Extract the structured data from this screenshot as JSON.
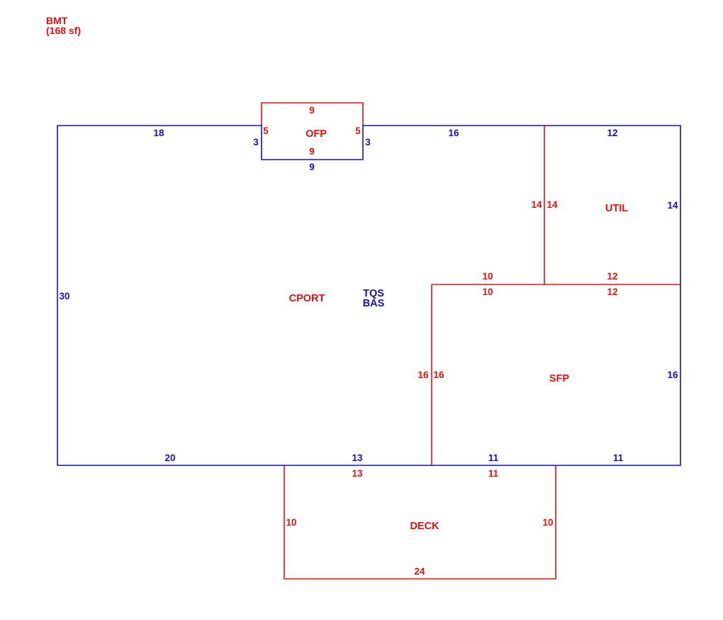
{
  "colors": {
    "blue": "#1a0fb3",
    "red": "#e01010",
    "background": "#ffffff"
  },
  "note": {
    "title": "BMT",
    "area": "(168 sf)"
  },
  "areas": {
    "ofp": "OFP",
    "cport": "CPORT",
    "tqs": "TQS",
    "bas": "BAS",
    "util": "UTIL",
    "sfp": "SFP",
    "deck": "DECK"
  },
  "dims": {
    "bas_top_left": "18",
    "bas_top_mid": "16",
    "bas_top_right": "12",
    "bas_left": "30",
    "bas_right_upper": "14",
    "bas_right_lower": "16",
    "bas_bottom_a": "20",
    "bas_bottom_b": "13",
    "bas_bottom_c": "11",
    "bas_bottom_d": "11",
    "notch_left": "3",
    "notch_right": "3",
    "notch_bottom": "9",
    "ofp_top": "9",
    "ofp_bottom": "9",
    "ofp_left": "5",
    "ofp_right": "5",
    "util_left_a": "14",
    "util_left_b": "14",
    "util_bottom": "12",
    "sfp_top_util": "12",
    "cport_step": "10",
    "sfp_top_left": "10",
    "cport_side": "16",
    "sfp_left": "16",
    "deck_top_left": "13",
    "deck_top_right": "11",
    "deck_left": "10",
    "deck_right": "10",
    "deck_bottom": "24"
  }
}
